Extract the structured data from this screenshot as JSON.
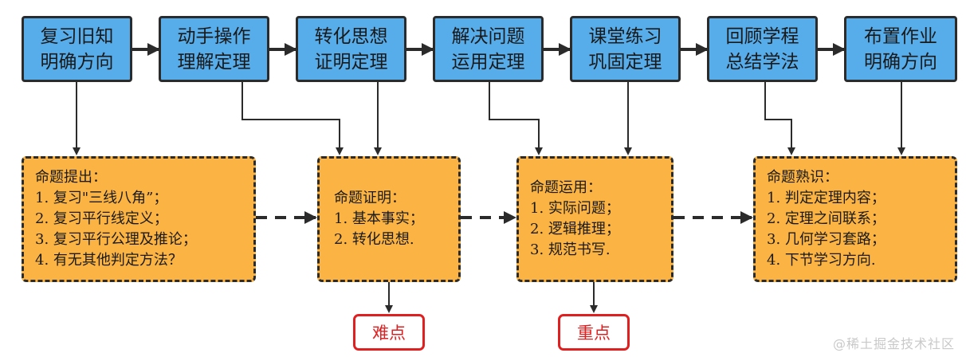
{
  "steps": [
    {
      "line1": "复习旧知",
      "line2": "明确方向"
    },
    {
      "line1": "动手操作",
      "line2": "理解定理"
    },
    {
      "line1": "转化思想",
      "line2": "证明定理"
    },
    {
      "line1": "解决问题",
      "line2": "运用定理"
    },
    {
      "line1": "课堂练习",
      "line2": "巩固定理"
    },
    {
      "line1": "回顾学程",
      "line2": "总结学法"
    },
    {
      "line1": "布置作业",
      "line2": "明确方向"
    }
  ],
  "notes": [
    {
      "title": "命题提出：",
      "items": [
        "1. 复习\"三线八角”；",
        "2. 复习平行线定义；",
        "3. 复习平行公理及推论；",
        "4. 有无其他判定方法？"
      ]
    },
    {
      "title": "命题证明：",
      "items": [
        "1. 基本事实；",
        "2. 转化思想."
      ]
    },
    {
      "title": "命题运用：",
      "items": [
        "1. 实际问题；",
        "2. 逻辑推理；",
        "3. 规范书写."
      ]
    },
    {
      "title": "命题熟识：",
      "items": [
        "1. 判定定理内容；",
        "2. 定理之间联系；",
        "3. 几何学习套路；",
        "4. 下节学习方向."
      ]
    }
  ],
  "tags": {
    "difficulty": "难点",
    "key_point": "重点"
  },
  "watermark": "@稀土掘金技术社区",
  "colors": {
    "step_fill": "#57acea",
    "note_fill": "#fbb444",
    "tag_red": "#e02020",
    "line": "#2b2b2b"
  }
}
